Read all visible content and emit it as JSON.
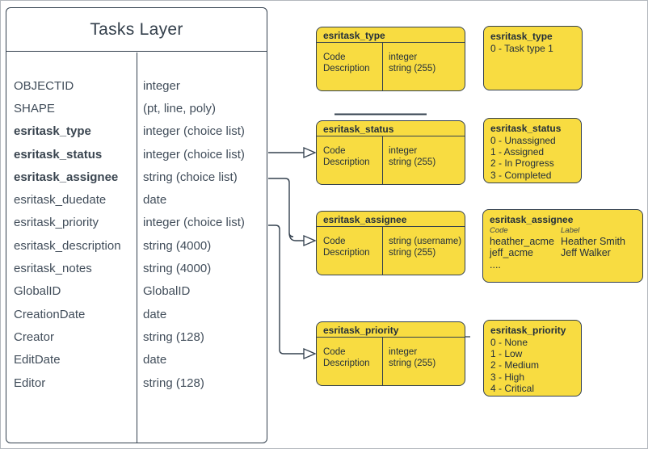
{
  "colors": {
    "box_fill": "#F8DC41",
    "line": "#33404E",
    "table_text": "#414D5A",
    "background": "#FFFFFF"
  },
  "tasks_table": {
    "title": "Tasks Layer",
    "fields": [
      {
        "name": "OBJECTID",
        "type": "integer"
      },
      {
        "name": "SHAPE",
        "type": "(pt, line, poly)"
      },
      {
        "name": "esritask_type",
        "type": "integer (choice list)"
      },
      {
        "name": "esritask_status",
        "type": "integer (choice list)"
      },
      {
        "name": "esritask_assignee",
        "type": "string (choice list)"
      },
      {
        "name": "esritask_duedate",
        "type": "date"
      },
      {
        "name": "esritask_priority",
        "type": "integer (choice list)"
      },
      {
        "name": "esritask_description",
        "type": "string (4000)"
      },
      {
        "name": "esritask_notes",
        "type": "string (4000)"
      },
      {
        "name": "GlobalID",
        "type": "GlobalID"
      },
      {
        "name": "CreationDate",
        "type": "date"
      },
      {
        "name": "Creator",
        "type": "string (128)"
      },
      {
        "name": "EditDate",
        "type": "date"
      },
      {
        "name": "Editor",
        "type": "string (128)"
      }
    ]
  },
  "definition_boxes": [
    {
      "title": "esritask_type",
      "rows": {
        "f1": "Code",
        "t1": "integer",
        "f2": "Description",
        "t2": "string (255)"
      }
    },
    {
      "title": "esritask_status",
      "rows": {
        "f1": "Code",
        "t1": "integer",
        "f2": "Description",
        "t2": "string (255)"
      }
    },
    {
      "title": "esritask_assignee",
      "rows": {
        "f1": "Code",
        "t1": "string  (username)",
        "f2": "Description",
        "t2": "string (255)"
      }
    },
    {
      "title": "esritask_priority",
      "rows": {
        "f1": "Code",
        "t1": "integer",
        "f2": "Description",
        "t2": "string (255)"
      }
    }
  ],
  "value_boxes": {
    "type": {
      "title": "esritask_type",
      "values": [
        "0 - Task type 1"
      ]
    },
    "status": {
      "title": "esritask_status",
      "values": [
        "0 - Unassigned",
        "1 - Assigned",
        "2 - In Progress",
        "3 - Completed"
      ]
    },
    "assignee": {
      "title": "esritask_assignee",
      "col_code": "Code",
      "col_label": "Label",
      "rows": [
        {
          "code": "heather_acme",
          "label": "Heather Smith"
        },
        {
          "code": "jeff_acme",
          "label": "Jeff Walker"
        }
      ],
      "more": "...."
    },
    "priority": {
      "title": "esritask_priority",
      "values": [
        "0 - None",
        "1 - Low",
        "2 - Medium",
        "3 - High",
        "4 - Critical"
      ]
    }
  }
}
